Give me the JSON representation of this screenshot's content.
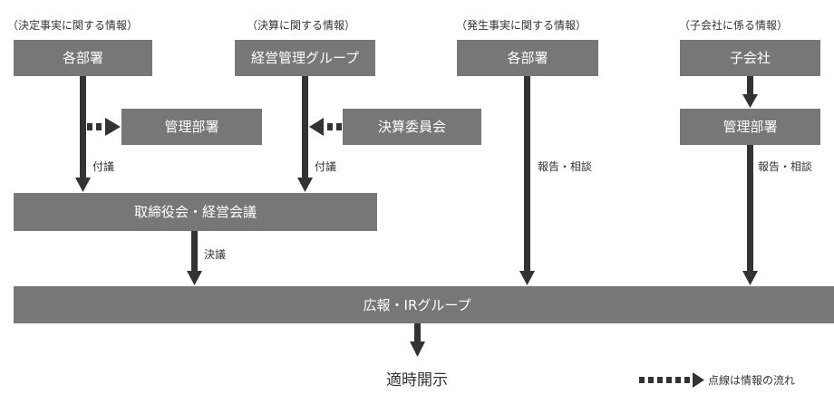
{
  "colors": {
    "box": "#777777",
    "arrow": "#333333",
    "text_on_box": "#ffffff"
  },
  "headers": {
    "decision_facts": "（決定事実に関する情報）",
    "financial_results": "（決算に関する情報）",
    "occurrence_facts": "（発生事実に関する情報）",
    "subsidiaries": "（子会社に係る情報）"
  },
  "nodes": {
    "departments_1": "各部署",
    "management_dept_1": "管理部署",
    "group_management": "経営管理グループ",
    "settlement_committee": "決算委員会",
    "departments_2": "各部署",
    "subsidiary": "子会社",
    "management_dept_2": "管理部署",
    "board_meeting": "取締役会・経営会議",
    "pr_ir_group": "広報・IRグループ"
  },
  "edge_labels": {
    "submission_1": "付議",
    "submission_2": "付議",
    "resolution": "決議",
    "report_consult_1": "報告・相談",
    "report_consult_2": "報告・相談"
  },
  "output": {
    "timely_disclosure": "適時開示"
  },
  "legend": {
    "dotted_line": "点線は情報の流れ"
  }
}
